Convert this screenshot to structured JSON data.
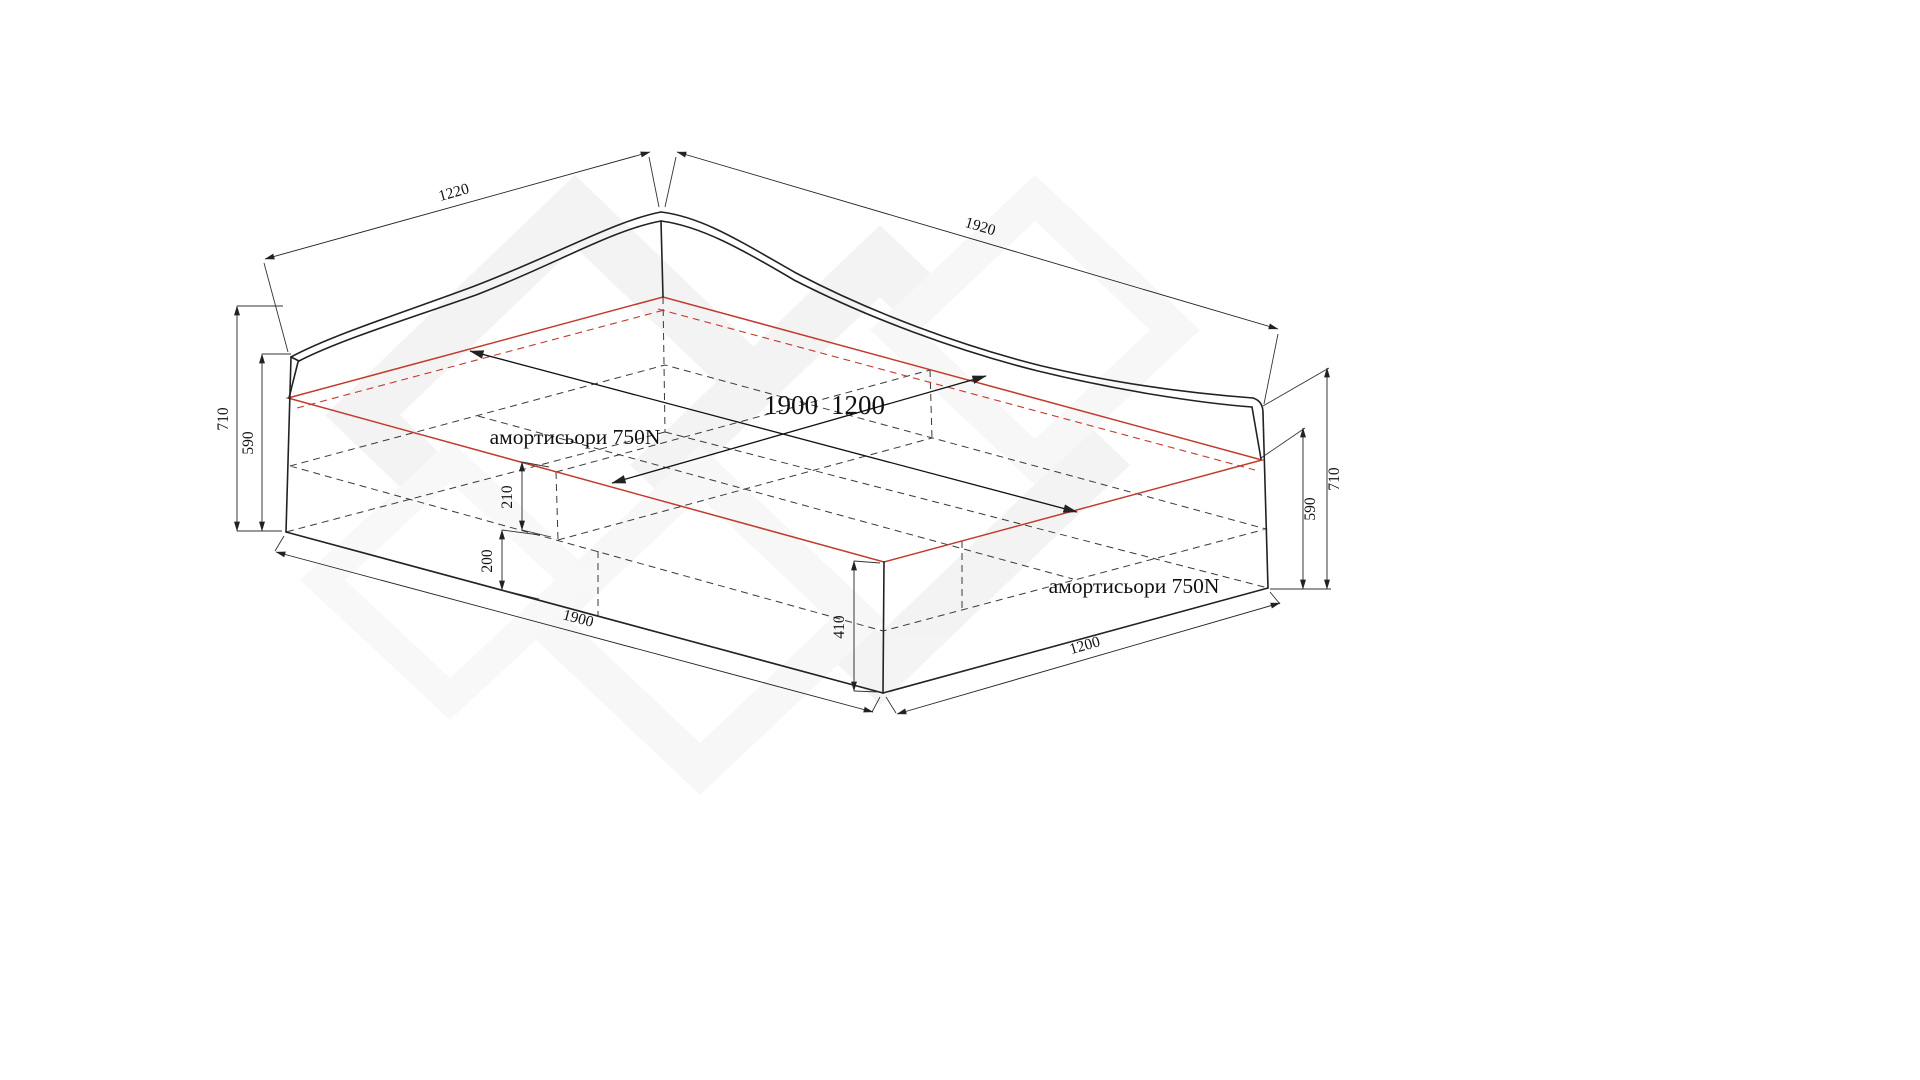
{
  "drawing": {
    "annotations": {
      "left_panel_note": "амортисьори 750N",
      "right_panel_note": "амортисьори 750N"
    },
    "inner": {
      "length": "1900",
      "width": "1200"
    },
    "dims": {
      "headboard_width": "1220",
      "side_length": "1920",
      "left_total_height": "710",
      "left_frame_height": "590",
      "right_total_height": "710",
      "right_frame_height": "590",
      "inner_upper_height": "210",
      "inner_lower_height": "200",
      "front_corner_height": "410",
      "base_length": "1900",
      "base_width": "1200"
    },
    "colors": {
      "outline": "#222222",
      "accent_red": "#c23b2e",
      "watermark": "#ececec",
      "background": "#ffffff"
    }
  }
}
